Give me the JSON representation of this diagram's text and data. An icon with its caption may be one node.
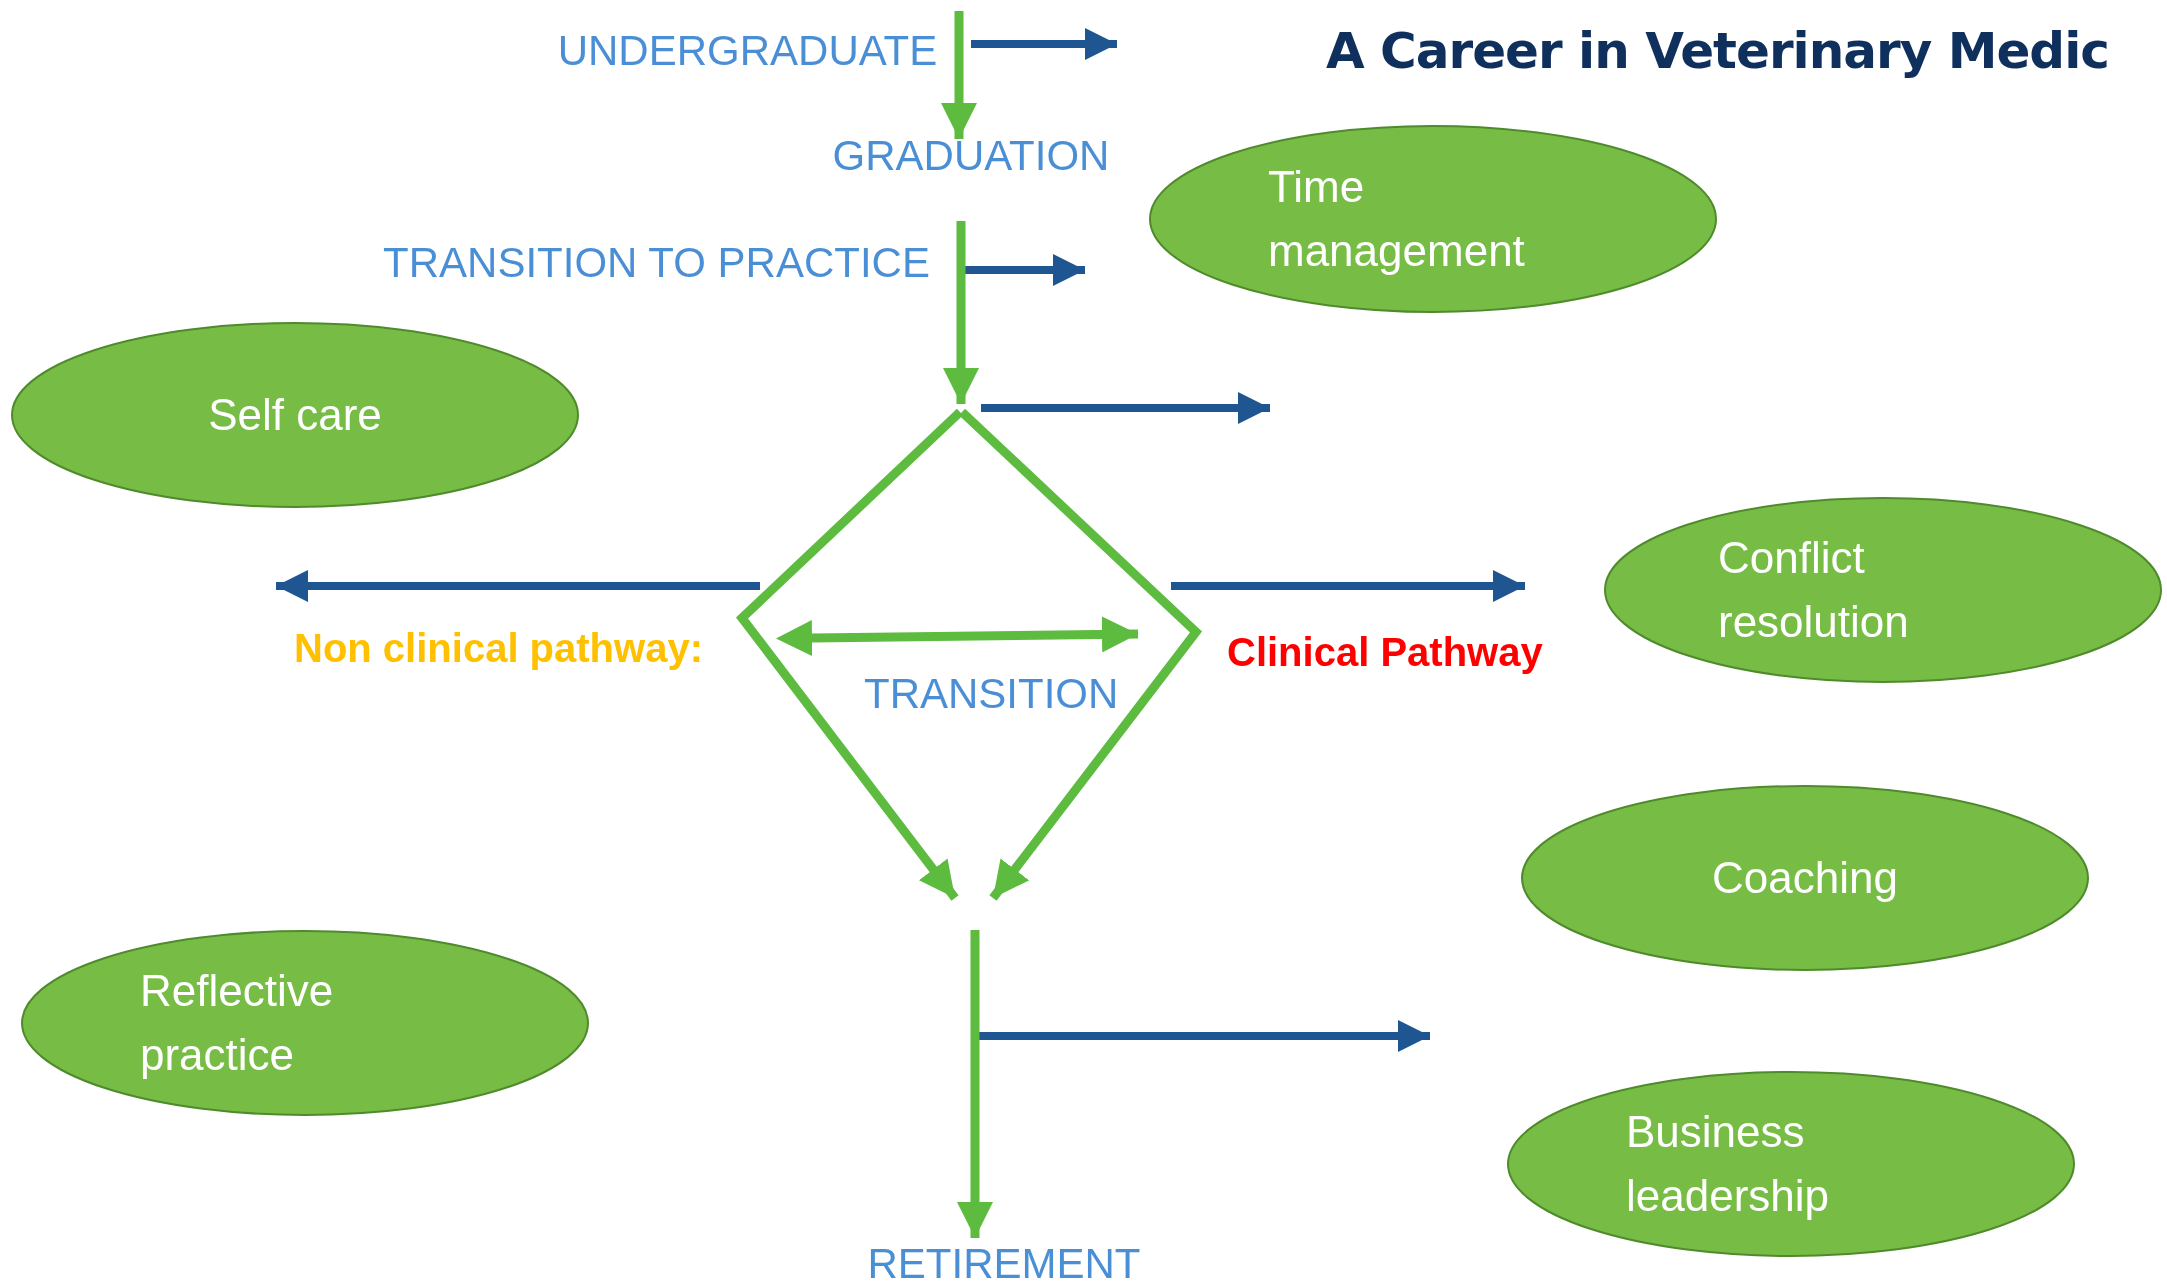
{
  "diagram": {
    "title": "A Career in Veterinary Medic",
    "nodes": [
      {
        "text": [
          "UNDERGRADUATE"
        ]
      },
      {
        "text": [
          "GRADUATION"
        ]
      },
      {
        "text": [
          "Time management"
        ]
      },
      {
        "text": [
          "TRANSITION TO PRACTICE"
        ]
      },
      {
        "text": [
          "Self care"
        ]
      },
      {
        "text": [
          "TRANSITION"
        ]
      },
      {
        "text": [
          "Conflict resolution"
        ]
      },
      {
        "text": [
          "Coaching"
        ]
      },
      {
        "text": [
          "Reflective practice"
        ]
      },
      {
        "text": [
          "Business leadership"
        ]
      },
      {
        "text": [
          "RETIREMENT"
        ]
      }
    ],
    "edges": [
      {
        "from": 0,
        "to": 1,
        "arrow": "to",
        "color": "#5dbb3f"
      },
      {
        "from": 0,
        "to": null,
        "arrow": "to"
      },
      {
        "from": 3,
        "to": 5,
        "arrow": "to",
        "color": "#5dbb3f"
      },
      {
        "from": 3,
        "to": null,
        "arrow": "to"
      },
      {
        "from": 5,
        "to": null,
        "arrow": "to"
      },
      {
        "from": 5,
        "to": null,
        "arrow": "to",
        "label": "Non clinical pathway:"
      },
      {
        "from": 5,
        "to": null,
        "arrow": "to",
        "label": "Clinical Pathway"
      },
      {
        "from": 5,
        "to": 10,
        "arrow": "to",
        "color": "#5dbb3f"
      },
      {
        "from": 5,
        "to": null,
        "arrow": "to"
      }
    ]
  }
}
